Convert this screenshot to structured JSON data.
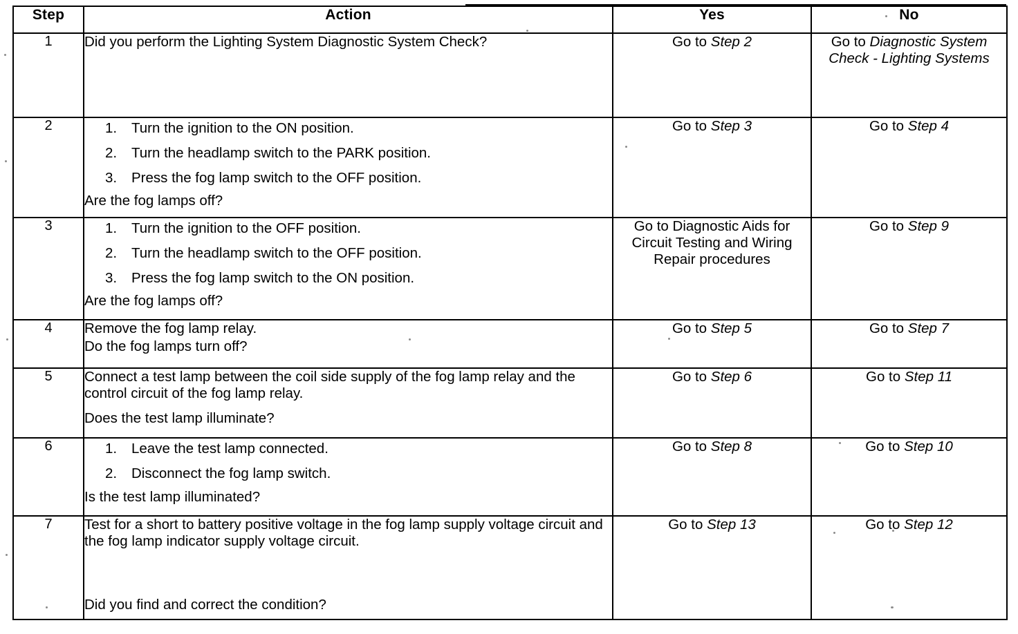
{
  "document": {
    "type": "diagnostic-table",
    "columns": [
      "Step",
      "Action",
      "Yes",
      "No"
    ]
  },
  "headers": {
    "step": "Step",
    "action": "Action",
    "yes": "Yes",
    "no": "No"
  },
  "rows": [
    {
      "step": "1",
      "action_lead": "Did you perform the Lighting System Diagnostic System Check?",
      "action_items": [],
      "action_question": "",
      "yes_prefix": "Go to ",
      "yes_italic": "Step 2",
      "yes_plain": "",
      "no_prefix": "Go to ",
      "no_italic": "Diagnostic System Check - Lighting Systems",
      "no_plain": ""
    },
    {
      "step": "2",
      "action_lead": "",
      "action_items": [
        {
          "num": "1.",
          "text": "Turn the ignition to the ON position."
        },
        {
          "num": "2.",
          "text": "Turn the headlamp switch to the PARK position."
        },
        {
          "num": "3.",
          "text": "Press the fog lamp switch to the OFF position."
        }
      ],
      "action_question": "Are the fog lamps off?",
      "yes_prefix": "Go to ",
      "yes_italic": "Step 3",
      "yes_plain": "",
      "no_prefix": "Go to ",
      "no_italic": "Step 4",
      "no_plain": ""
    },
    {
      "step": "3",
      "action_lead": "",
      "action_items": [
        {
          "num": "1.",
          "text": "Turn the ignition to the OFF position."
        },
        {
          "num": "2.",
          "text": "Turn the headlamp switch to the OFF position."
        },
        {
          "num": "3.",
          "text": "Press the fog lamp switch to the ON position."
        }
      ],
      "action_question": "Are the fog lamps off?",
      "yes_prefix": "",
      "yes_italic": "",
      "yes_plain": "Go to Diagnostic Aids for Circuit Testing and Wiring Repair procedures",
      "no_prefix": "Go to ",
      "no_italic": "Step 9",
      "no_plain": ""
    },
    {
      "step": "4",
      "action_lead": "Remove the fog lamp relay.",
      "action_items": [],
      "action_question": "Do the fog lamps turn off?",
      "yes_prefix": "Go to ",
      "yes_italic": "Step 5",
      "yes_plain": "",
      "no_prefix": "Go to ",
      "no_italic": "Step 7",
      "no_plain": ""
    },
    {
      "step": "5",
      "action_lead": "Connect a test lamp between the coil side supply of the fog lamp relay and the control circuit of the fog lamp relay.",
      "action_items": [],
      "action_question": "Does the test lamp illuminate?",
      "yes_prefix": "Go to ",
      "yes_italic": "Step 6",
      "yes_plain": "",
      "no_prefix": "Go to ",
      "no_italic": "Step 11",
      "no_plain": ""
    },
    {
      "step": "6",
      "action_lead": "",
      "action_items": [
        {
          "num": "1.",
          "text": "Leave the test lamp connected."
        },
        {
          "num": "2.",
          "text": "Disconnect the fog lamp switch."
        }
      ],
      "action_question": "Is the test lamp illuminated?",
      "yes_prefix": "Go to ",
      "yes_italic": "Step 8",
      "yes_plain": "",
      "no_prefix": "Go to ",
      "no_italic": "Step 10",
      "no_plain": ""
    },
    {
      "step": "7",
      "action_lead": "Test for a short to battery positive voltage in the fog lamp supply voltage circuit and the fog lamp indicator supply voltage circuit.",
      "action_items": [],
      "action_question": "Did you find and correct the condition?",
      "yes_prefix": "Go to ",
      "yes_italic": "Step 13",
      "yes_plain": "",
      "no_prefix": "Go to ",
      "no_italic": "Step 12",
      "no_plain": ""
    }
  ]
}
